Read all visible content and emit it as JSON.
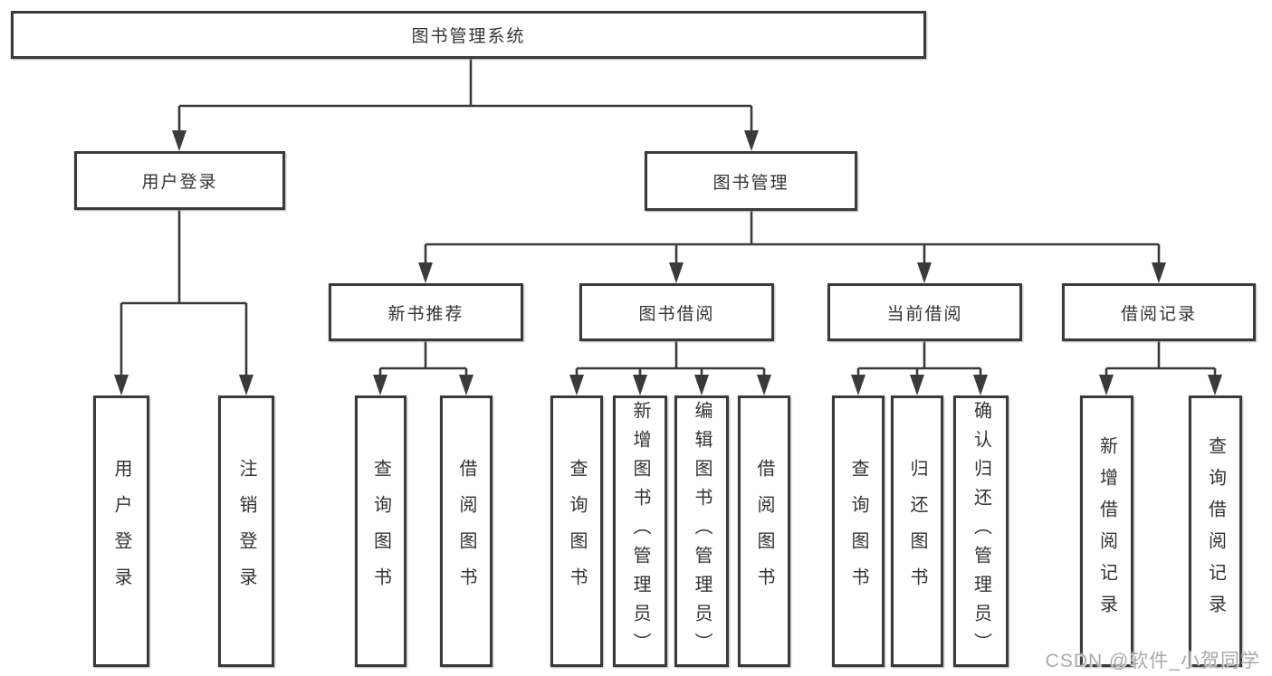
{
  "diagram": {
    "root": {
      "label": "图书管理系统"
    },
    "branches": [
      {
        "label": "用户登录",
        "children": [
          {
            "label": "用户登录"
          },
          {
            "label": "注销登录"
          }
        ]
      },
      {
        "label": "图书管理",
        "children": [
          {
            "label": "新书推荐",
            "children": [
              {
                "label": "查询图书"
              },
              {
                "label": "借阅图书"
              }
            ]
          },
          {
            "label": "图书借阅",
            "children": [
              {
                "label": "查询图书"
              },
              {
                "label": "新增图书（管理员）"
              },
              {
                "label": "编辑图书（管理员）"
              },
              {
                "label": "借阅图书"
              }
            ]
          },
          {
            "label": "当前借阅",
            "children": [
              {
                "label": "查询图书"
              },
              {
                "label": "归还图书"
              },
              {
                "label": "确认归还（管理员）"
              }
            ]
          },
          {
            "label": "借阅记录",
            "children": [
              {
                "label": "新增借阅记录"
              },
              {
                "label": "查询借阅记录"
              }
            ]
          }
        ]
      }
    ],
    "watermark": "CSDN @软件_小贺同学",
    "colors": {
      "line": "#3a3a3a",
      "text": "#333333",
      "watermark": "#a9a9a9"
    }
  }
}
